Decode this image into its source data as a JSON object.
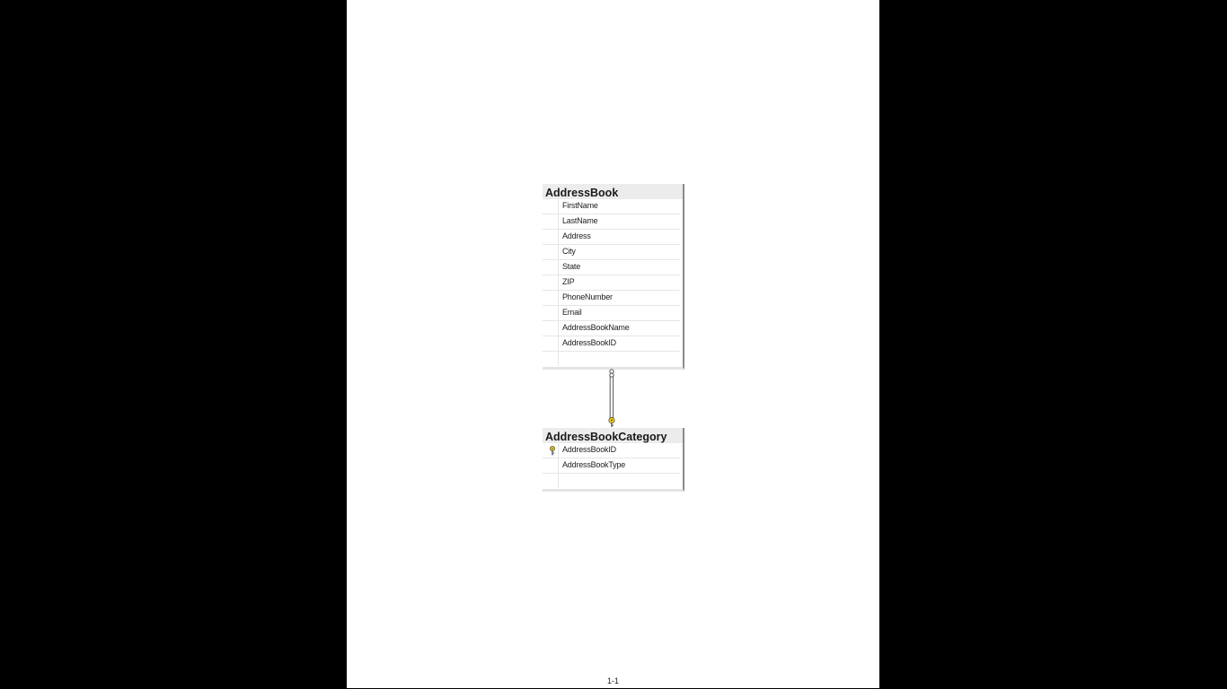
{
  "diagram": {
    "tables": [
      {
        "name": "AddressBook",
        "columns": [
          {
            "name": "FirstName",
            "primary_key": false
          },
          {
            "name": "LastName",
            "primary_key": false
          },
          {
            "name": "Address",
            "primary_key": false
          },
          {
            "name": "City",
            "primary_key": false
          },
          {
            "name": "State",
            "primary_key": false
          },
          {
            "name": "ZIP",
            "primary_key": false
          },
          {
            "name": "PhoneNumber",
            "primary_key": false
          },
          {
            "name": "Email",
            "primary_key": false
          },
          {
            "name": "AddressBookName",
            "primary_key": false
          },
          {
            "name": "AddressBookID",
            "primary_key": false
          }
        ]
      },
      {
        "name": "AddressBookCategory",
        "columns": [
          {
            "name": "AddressBookID",
            "primary_key": true
          },
          {
            "name": "AddressBookType",
            "primary_key": false
          }
        ]
      }
    ],
    "relationship": {
      "from": "AddressBook",
      "to": "AddressBookCategory",
      "from_end": "many-infinity-icon",
      "to_end": "one-key-icon",
      "key_color": "#f0d000"
    }
  },
  "footer": {
    "page_number": "1-1"
  }
}
